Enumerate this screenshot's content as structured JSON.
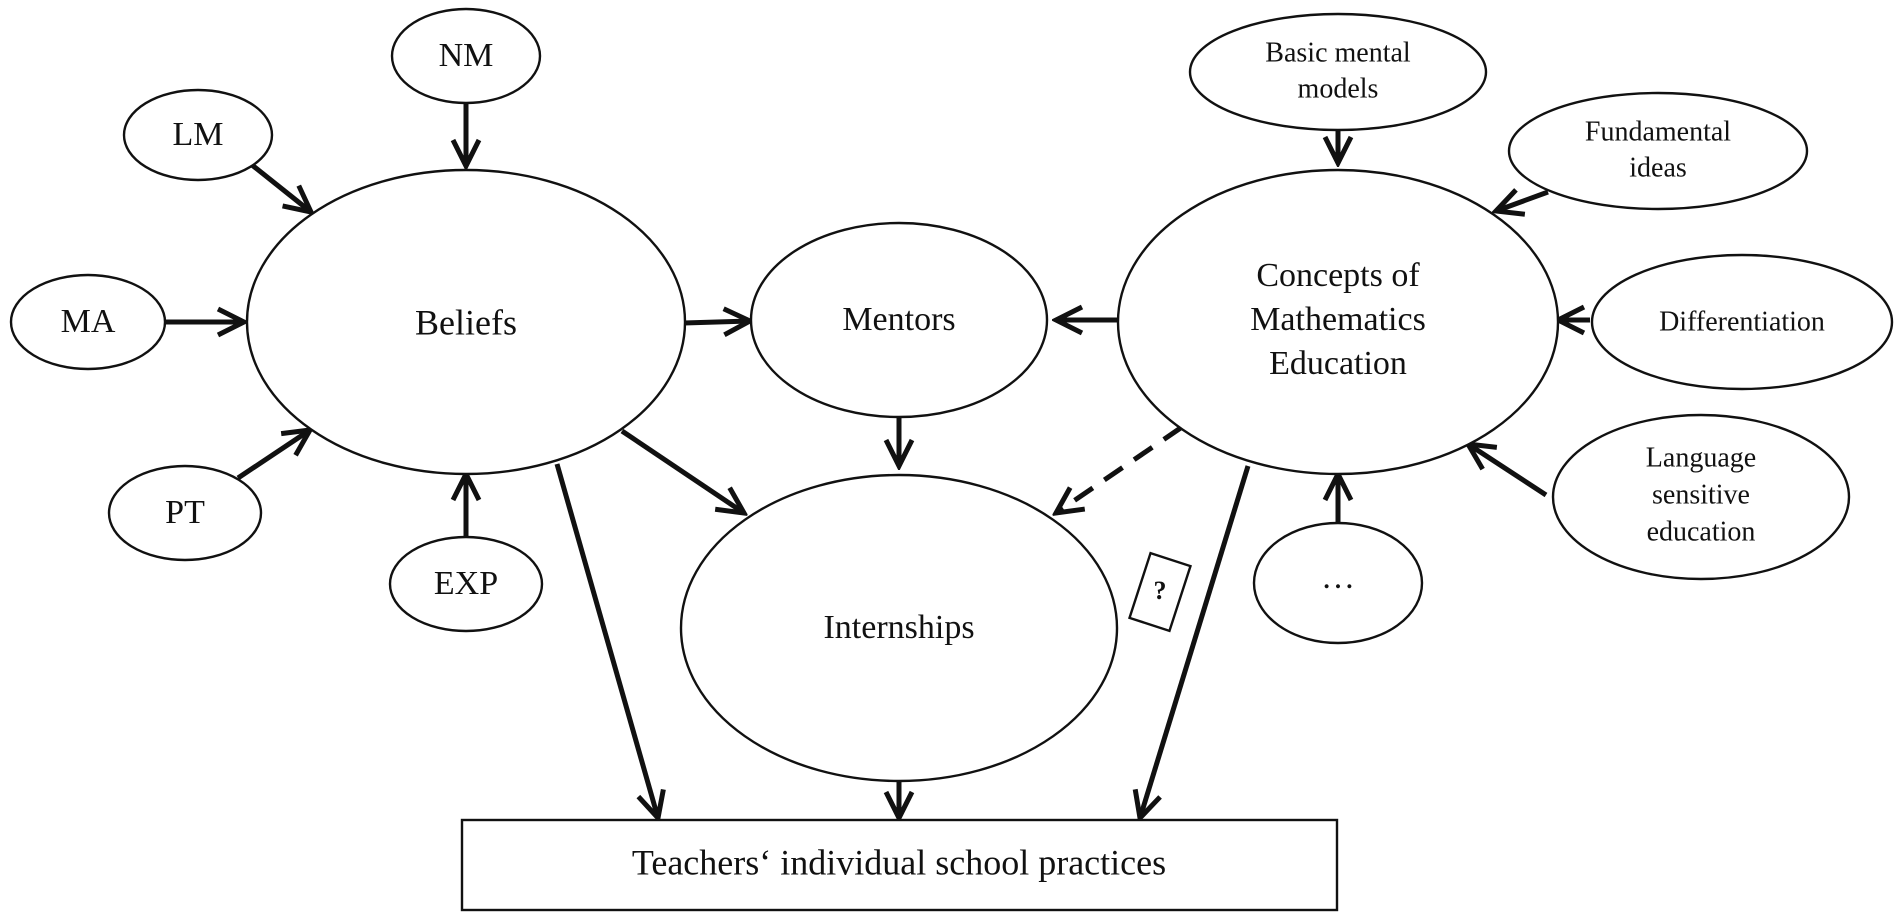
{
  "nodes": {
    "nm": "NM",
    "lm": "LM",
    "ma": "MA",
    "pt": "PT",
    "exp": "EXP",
    "beliefs": "Beliefs",
    "mentors": "Mentors",
    "internships": "Internships",
    "concepts": [
      "Concepts of",
      "Mathematics",
      "Education"
    ],
    "basic_mental_models": [
      "Basic mental",
      "models"
    ],
    "fundamental_ideas": [
      "Fundamental",
      "ideas"
    ],
    "differentiation": "Differentiation",
    "language_sensitive": [
      "Language",
      "sensitive",
      "education"
    ],
    "ellipsis": "…",
    "practices": "Teachers‘ individual school practices"
  },
  "unknown_marker": "?"
}
